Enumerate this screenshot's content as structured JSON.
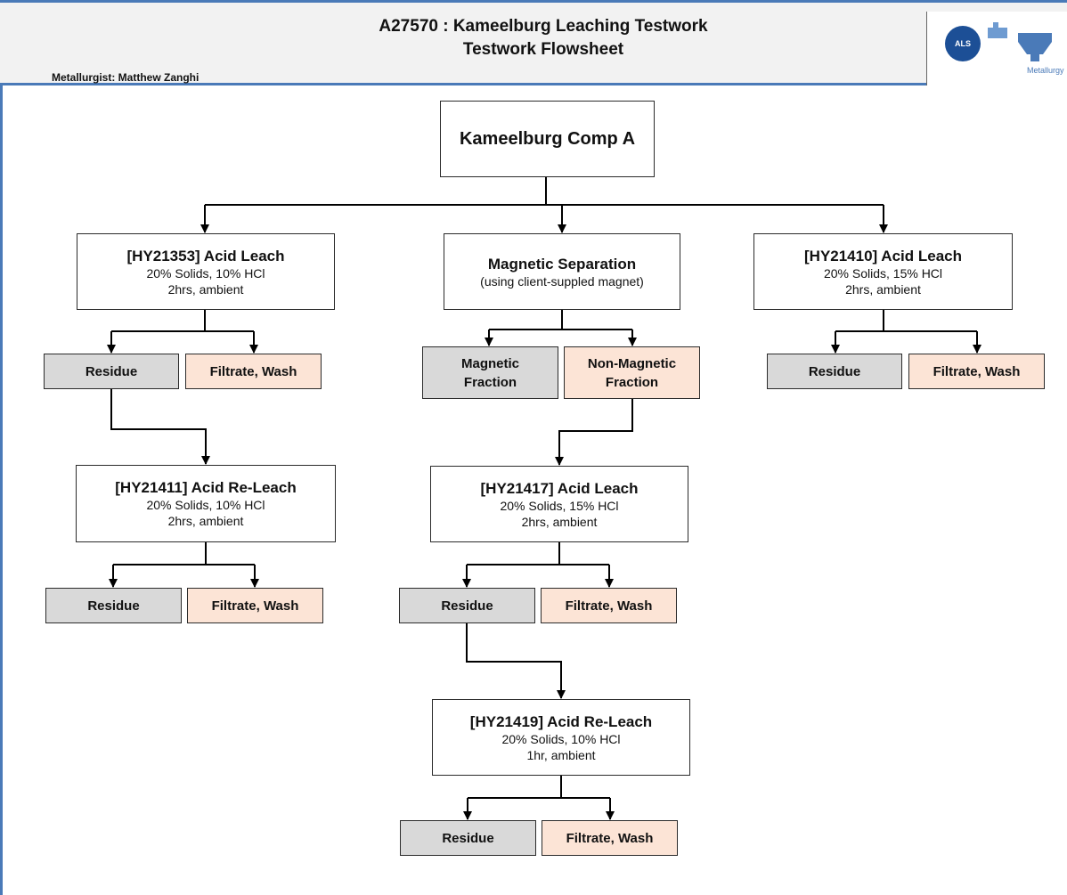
{
  "header": {
    "title_line1": "A27570 : Kameelburg Leaching Testwork",
    "title_line2": "Testwork Flowsheet",
    "metallurgist": "Metallurgist:  Matthew Zanghi",
    "logo_badge": "ALS",
    "logo_text": "Metallurgy"
  },
  "flowsheet": {
    "comp": {
      "title": "Kameelburg Comp A"
    },
    "hy21353": {
      "title": "[HY21353] Acid Leach",
      "line1": "20% Solids, 10% HCl",
      "line2": "2hrs, ambient"
    },
    "magsep": {
      "title": "Magnetic Separation",
      "line1": "(using client-suppled magnet)"
    },
    "hy21410": {
      "title": "[HY21410] Acid Leach",
      "line1": "20% Solids, 15% HCl",
      "line2": "2hrs, ambient"
    },
    "hy21411": {
      "title": "[HY21411] Acid Re-Leach",
      "line1": "20% Solids, 10% HCl",
      "line2": "2hrs, ambient"
    },
    "hy21417": {
      "title": "[HY21417] Acid Leach",
      "line1": "20% Solids, 15% HCl",
      "line2": "2hrs, ambient"
    },
    "hy21419": {
      "title": "[HY21419] Acid Re-Leach",
      "line1": "20% Solids, 10% HCl",
      "line2": "1hr, ambient"
    },
    "residue_label": "Residue",
    "filtrate_label": "Filtrate, Wash",
    "magnetic_fraction": "Magnetic Fraction",
    "non_magnetic_fraction": "Non-Magnetic Fraction"
  }
}
